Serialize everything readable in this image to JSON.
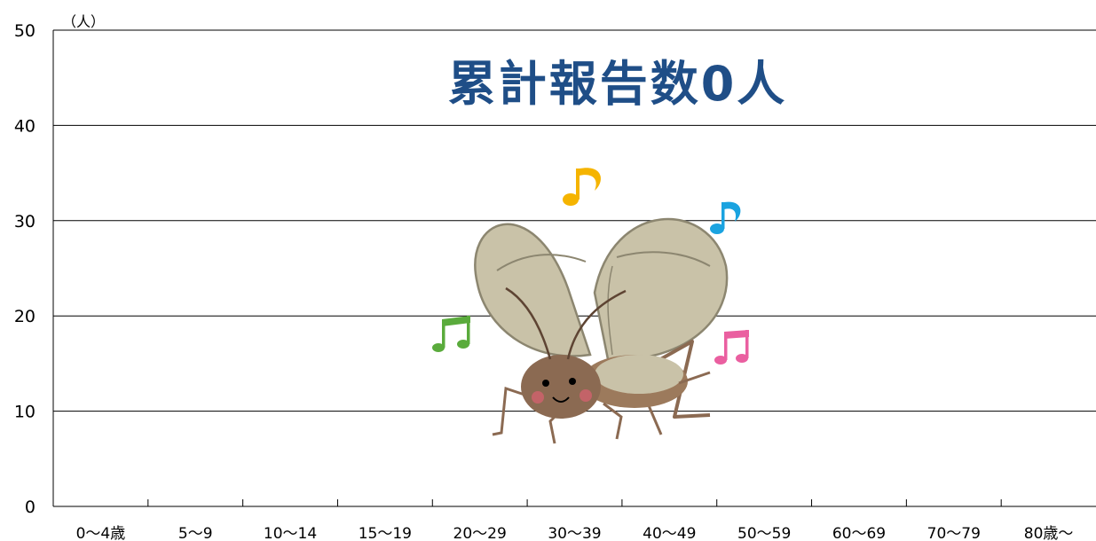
{
  "chart_data": {
    "type": "bar",
    "unit": "（人）",
    "annotation": "累計報告数0人",
    "categories": [
      "0～4歳",
      "5～9",
      "10～14",
      "15～19",
      "20～29",
      "30～39",
      "40～49",
      "50～59",
      "60～69",
      "70～79",
      "80歳～"
    ],
    "values": [
      0,
      0,
      0,
      0,
      0,
      0,
      0,
      0,
      0,
      0,
      0
    ],
    "yticks": [
      "0",
      "10",
      "20",
      "30",
      "40",
      "50"
    ],
    "ylim": [
      0,
      50
    ],
    "grid": true,
    "colors": {
      "annotation": "#1f4e87",
      "grid": "#000000",
      "wing": "#c9c2a8",
      "body": "#8b6a52",
      "note_yellow": "#f5b400",
      "note_blue": "#1aa3e0",
      "note_green": "#5aab3c",
      "note_pink": "#ea5fa0"
    },
    "illustration": "cricket-icon"
  }
}
